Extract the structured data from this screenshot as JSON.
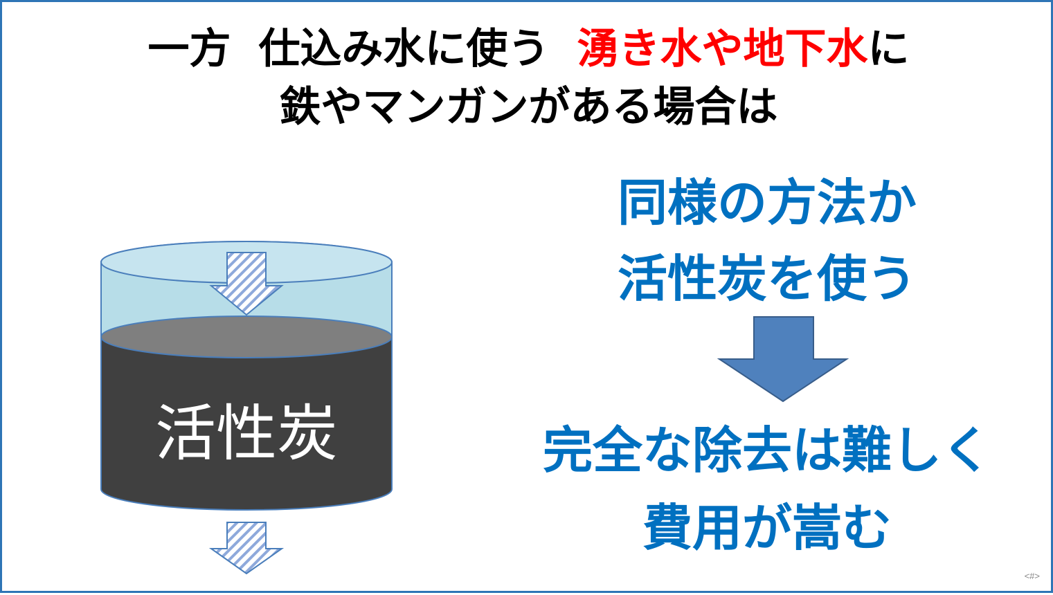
{
  "heading": {
    "line1_part1": "一方",
    "line1_part2": "仕込み水に使う",
    "line1_highlight": "湧き水や地下水",
    "line1_part3": "に",
    "line2": "鉄やマンガンがある場合は"
  },
  "right_text": {
    "line1": "同様の方法か",
    "line2": "活性炭を使う",
    "line3": "完全な除去は難しく",
    "line4": "費用が嵩む"
  },
  "diagram": {
    "cylinder_label": "活性炭"
  },
  "footer": {
    "slide_number": "<#>"
  },
  "colors": {
    "border": "#2e75b6",
    "highlight_red": "#ff0000",
    "blue_text": "#0070c0",
    "arrow_blue": "#4f81bd",
    "water": "#b7dde8",
    "carbon": "#404040"
  }
}
